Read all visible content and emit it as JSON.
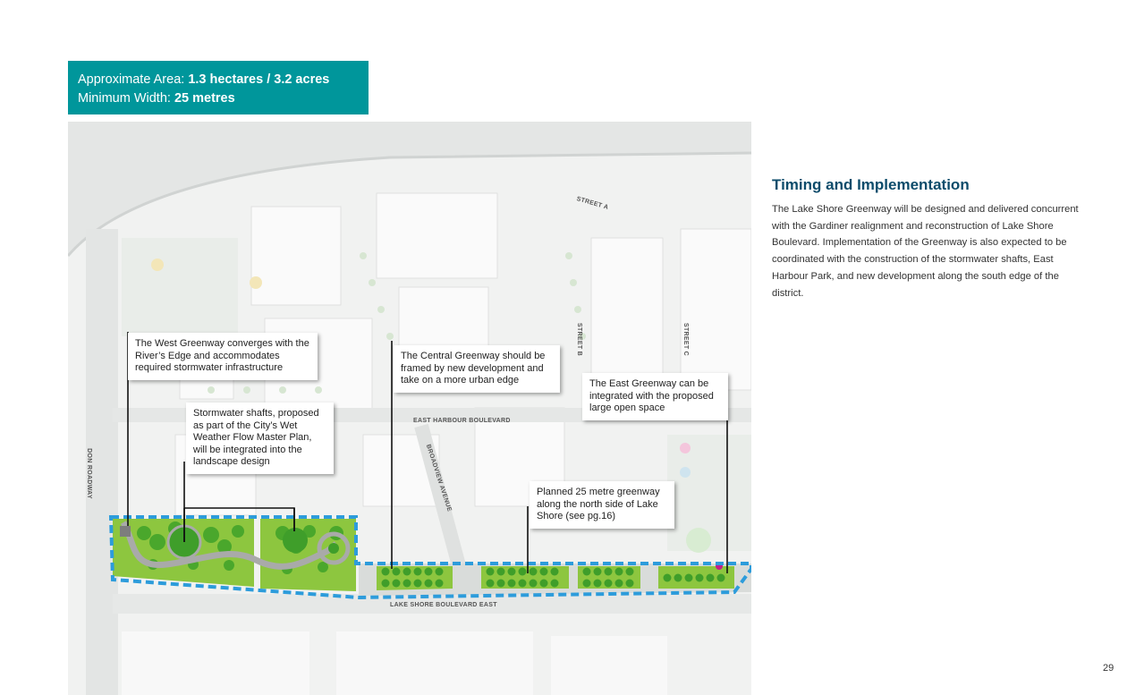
{
  "banner": {
    "area_label": "Approximate Area: ",
    "area_value": "1.3 hectares / 3.2 acres",
    "width_label": "Minimum Width: ",
    "width_value": "25 metres"
  },
  "map": {
    "streets": {
      "street_a": "STREET A",
      "street_b": "STREET B",
      "street_c": "STREET C",
      "east_harbour": "EAST HARBOUR BOULEVARD",
      "broadview": "BROADVIEW AVENUE",
      "don_roadway": "DON ROADWAY",
      "lake_shore": "LAKE SHORE BOULEVARD EAST"
    },
    "callouts": {
      "west": "The West Greenway converges with the River’s Edge and accommodates required stormwater infrastructure",
      "stormwater": "Stormwater shafts, proposed as part of the City’s Wet Weather Flow Master Plan, will be integrated into the landscape design",
      "central": "The Central Greenway should be framed by new development and take on a more urban edge",
      "east": "The East Greenway can be integrated with the proposed large open space",
      "planned": "Planned 25 metre greenway along the north side of Lake Shore (see pg.16)"
    },
    "colors": {
      "banner": "#00969b",
      "greenway": "#8dc63f",
      "boundary": "#2d9cdb",
      "heading": "#0d4c6b"
    }
  },
  "section": {
    "title": "Timing and Implementation",
    "body": "The Lake Shore Greenway will be designed and delivered concurrent with the Gardiner realignment and reconstruction of Lake Shore Boulevard. Implementation of the Greenway is also expected to be coordinated with the construction of the stormwater shafts, East Harbour Park, and new development along the south edge of the district."
  },
  "page_number": "29"
}
